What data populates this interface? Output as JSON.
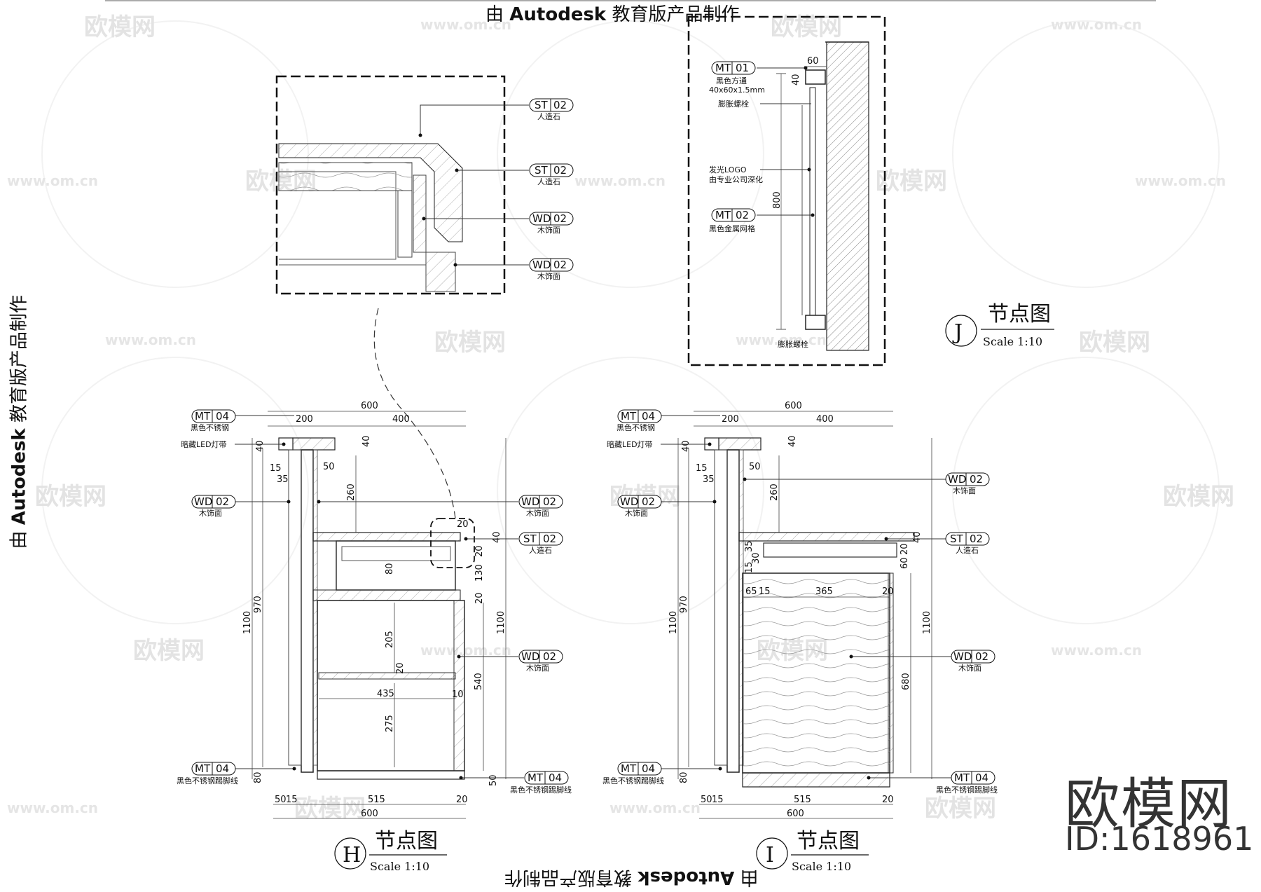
{
  "edu_stamp": {
    "prefix": "由",
    "brand": "Autodesk",
    "suffix": "教育版产品制作"
  },
  "watermark": {
    "brand": "欧模网",
    "url": "www.om.cn",
    "id": "ID:1618961"
  },
  "details": {
    "J": {
      "title": "节点图",
      "letter": "J",
      "scale": "Scale 1:10",
      "labels": {
        "mt01_desc1": "黑色方通",
        "mt01_desc2": "40x60x1.5mm",
        "bolt_top": "膨胀螺栓",
        "logo1": "发光LOGO",
        "logo2": "由专业公司深化",
        "mt02_desc": "黑色金属网格",
        "bolt_bottom": "膨胀螺栓"
      },
      "dims": {
        "d60": "60",
        "d40": "40",
        "d800": "800"
      }
    },
    "H": {
      "title": "节点图",
      "letter": "H",
      "scale": "Scale 1:10"
    },
    "I": {
      "title": "节点图",
      "letter": "I",
      "scale": "Scale 1:10"
    }
  },
  "tags": {
    "MT01": [
      "MT",
      "01"
    ],
    "MT02": [
      "MT",
      "02"
    ],
    "MT04": [
      "MT",
      "04"
    ],
    "ST02": [
      "ST",
      "02"
    ],
    "WD02": [
      "WD",
      "02"
    ]
  },
  "materials": {
    "st02": "人造石",
    "wd02": "木饰面",
    "mt04_top": "黑色不锈钢",
    "mt04_bottom": "黑色不锈钢踢脚线",
    "led": "暗藏LED灯带"
  },
  "dims_H": {
    "w600": "600",
    "w200": "200",
    "w400": "400",
    "v40a": "40",
    "v40b": "40",
    "v15": "15",
    "v35": "35",
    "v50": "50",
    "v260": "260",
    "v20a": "20",
    "v40c": "40",
    "v20b": "20",
    "v130": "130",
    "v80a": "80",
    "v20c": "20",
    "v205": "205",
    "v20d": "20",
    "w435": "435",
    "v10": "10",
    "v540": "540",
    "v275": "275",
    "v1100a": "1100",
    "v970": "970",
    "v1100b": "1100",
    "v80b": "80",
    "v50b": "50",
    "b50": "50",
    "b15": "15",
    "b515": "515",
    "b20": "20",
    "b600": "600"
  },
  "dims_I": {
    "w600": "600",
    "w200": "200",
    "w400": "400",
    "v40a": "40",
    "v40b": "40",
    "v15": "15",
    "v35": "35",
    "v50": "50",
    "v260": "260",
    "v40c": "40",
    "v20": "20",
    "v60": "60",
    "v35b": "35",
    "v30": "30",
    "v15b": "15",
    "w65": "65",
    "w15": "15",
    "w365": "365",
    "w20": "20",
    "v680": "680",
    "v1100a": "1100",
    "v970": "970",
    "v1100b": "1100",
    "v80": "80",
    "b50": "50",
    "b15": "15",
    "b515": "515",
    "b20": "20",
    "b600": "600"
  }
}
